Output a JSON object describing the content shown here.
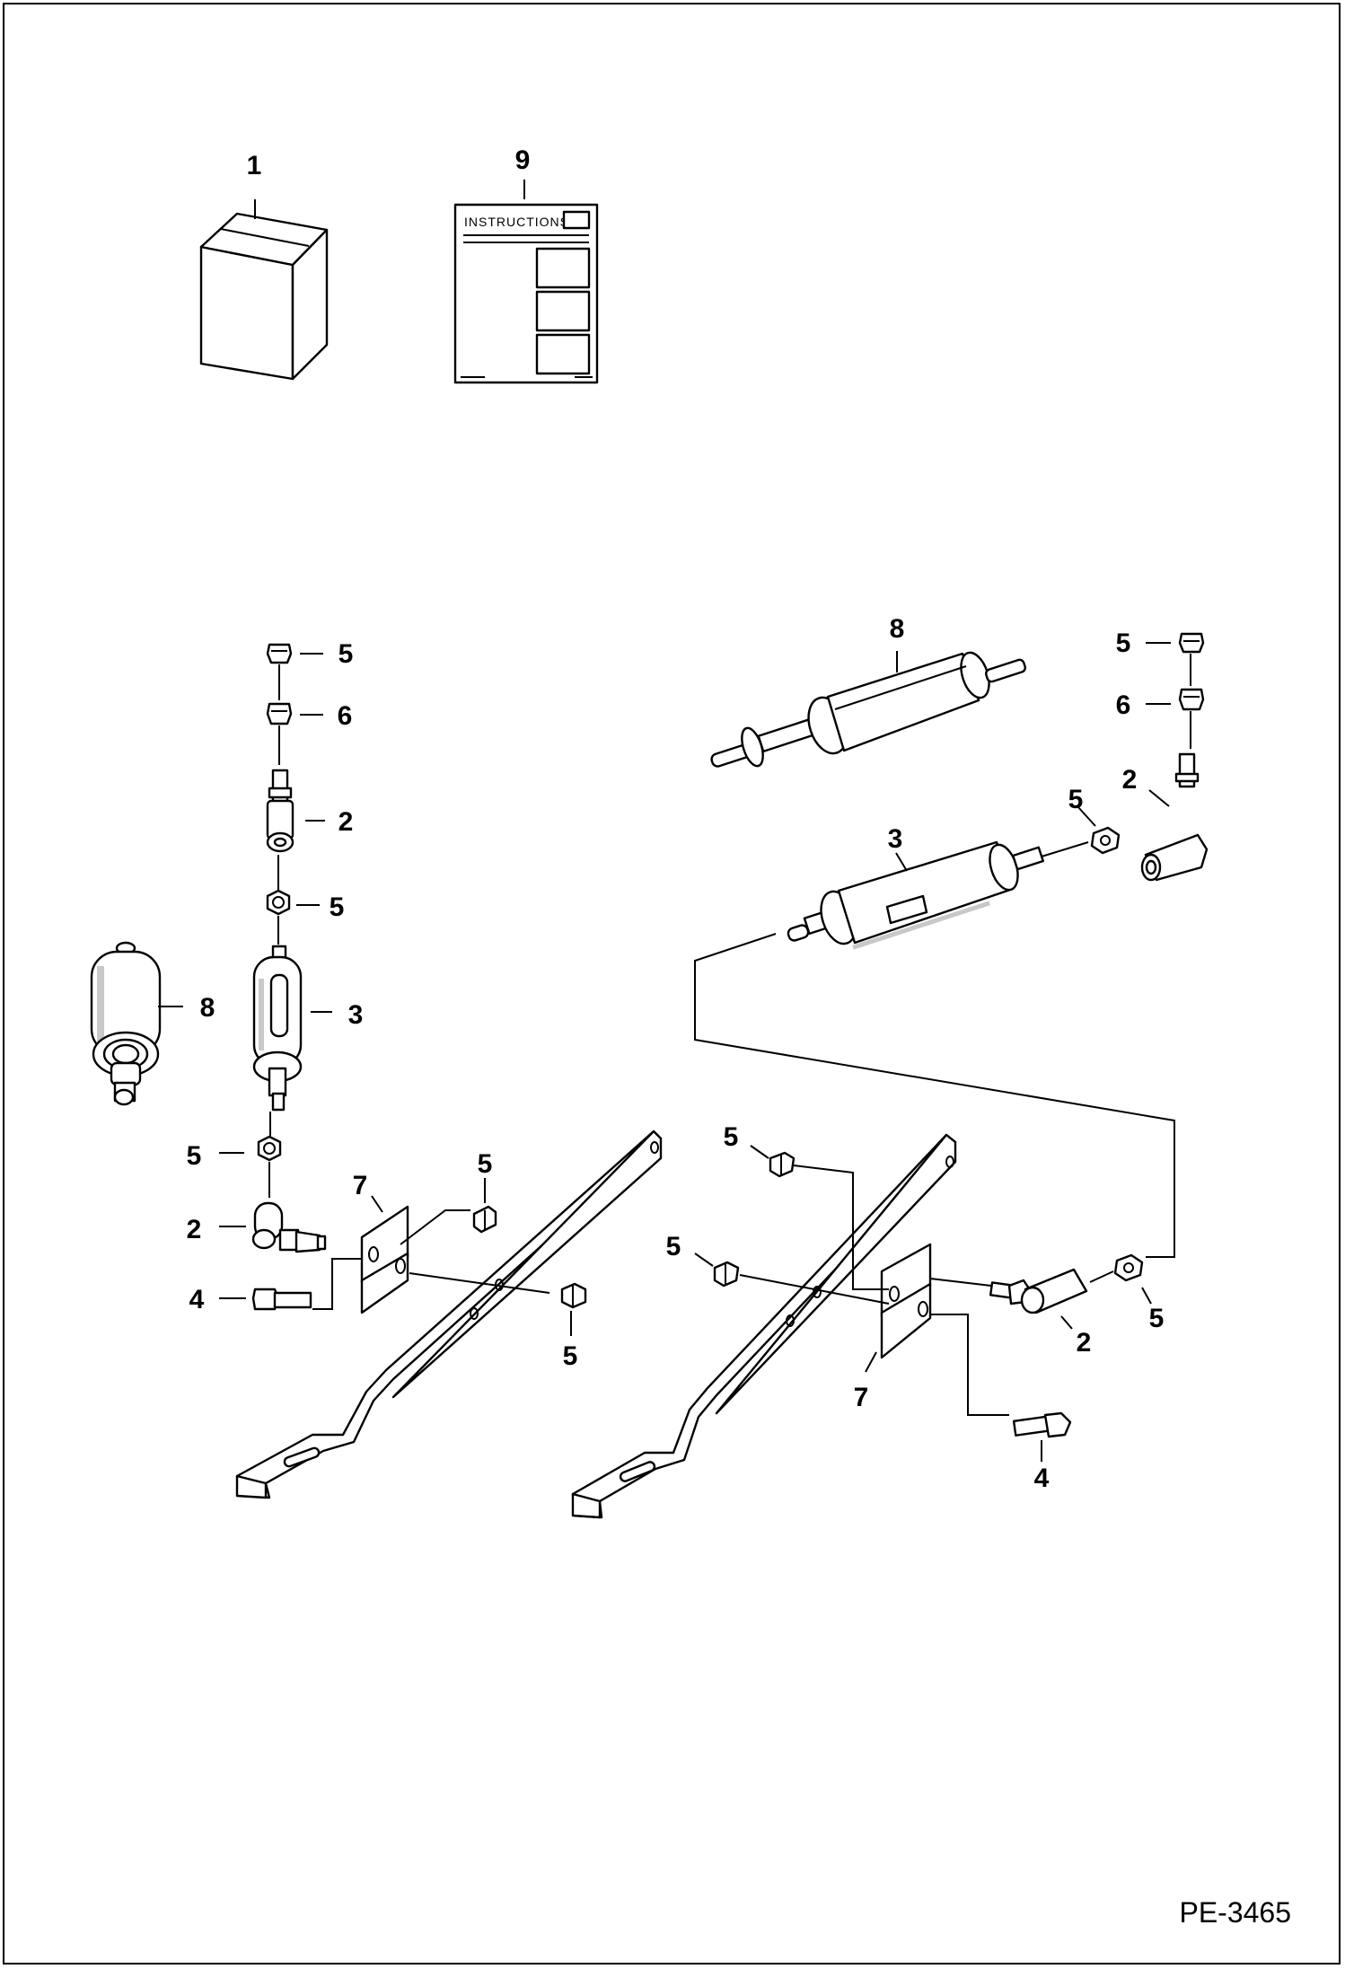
{
  "diagram": {
    "instructions_text": "INSTRUCTIONS",
    "reference_code": "PE-3465",
    "callouts": [
      {
        "id": "c1",
        "text": "1"
      },
      {
        "id": "c9",
        "text": "9"
      },
      {
        "id": "l5a",
        "text": "5"
      },
      {
        "id": "l6a",
        "text": "6"
      },
      {
        "id": "l2a",
        "text": "2"
      },
      {
        "id": "l5b",
        "text": "5"
      },
      {
        "id": "l8a",
        "text": "8"
      },
      {
        "id": "l3a",
        "text": "3"
      },
      {
        "id": "l5c",
        "text": "5"
      },
      {
        "id": "l7a",
        "text": "7"
      },
      {
        "id": "l5d",
        "text": "5"
      },
      {
        "id": "l2b",
        "text": "2"
      },
      {
        "id": "l4a",
        "text": "4"
      },
      {
        "id": "l5e",
        "text": "5"
      },
      {
        "id": "r8",
        "text": "8"
      },
      {
        "id": "r5a",
        "text": "5"
      },
      {
        "id": "r6",
        "text": "6"
      },
      {
        "id": "r2a",
        "text": "2"
      },
      {
        "id": "r5b",
        "text": "5"
      },
      {
        "id": "r3",
        "text": "3"
      },
      {
        "id": "r5c",
        "text": "5"
      },
      {
        "id": "r5d",
        "text": "5"
      },
      {
        "id": "r5e",
        "text": "5"
      },
      {
        "id": "r2b",
        "text": "2"
      },
      {
        "id": "r7",
        "text": "7"
      },
      {
        "id": "r4",
        "text": "4"
      }
    ]
  }
}
